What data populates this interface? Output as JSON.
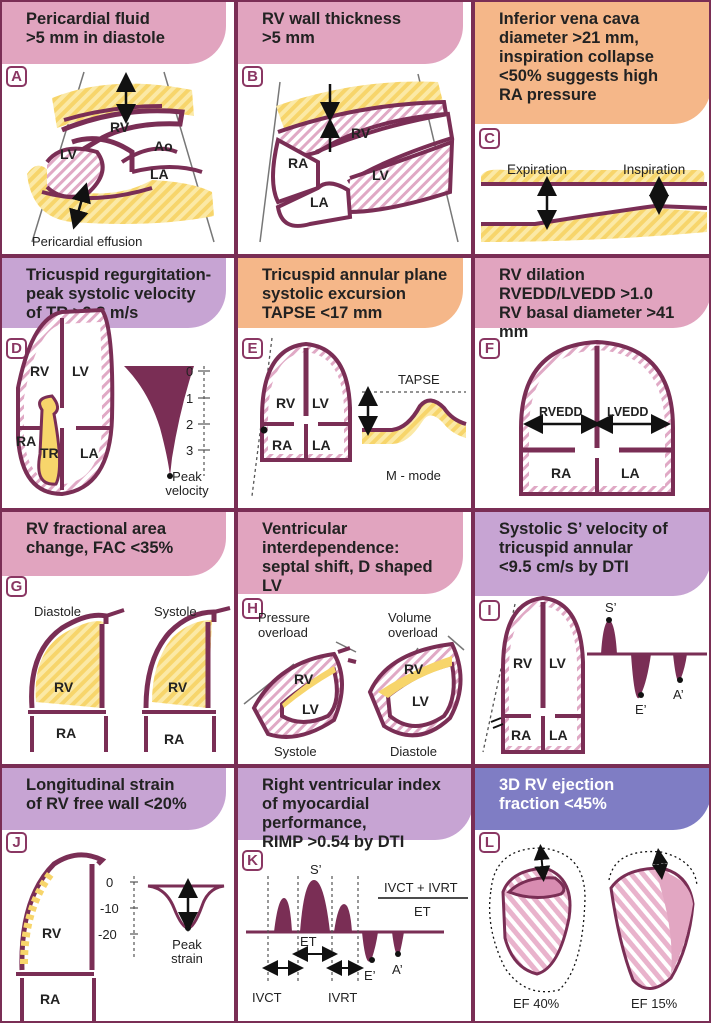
{
  "panels": {
    "A": {
      "letter": "A",
      "title": "Pericardial fluid\n>5 mm in diastole",
      "rv": "RV",
      "lv": "LV",
      "ao": "Ao",
      "la": "LA",
      "caption": "Pericardial effusion"
    },
    "B": {
      "letter": "B",
      "title": "RV wall thickness\n>5 mm",
      "rv": "RV",
      "ra": "RA",
      "lv": "LV",
      "la": "LA"
    },
    "C": {
      "letter": "C",
      "title": "Inferior vena cava\ndiameter >21 mm,\ninspiration collapse\n<50% suggests high\nRA pressure",
      "expiration": "Expiration",
      "inspiration": "Inspiration"
    },
    "D": {
      "letter": "D",
      "title": "Tricuspid regurgitation-\npeak systolic velocity\nof TR >2.8 m/s",
      "rv": "RV",
      "lv": "LV",
      "ra": "RA",
      "tr": "TR",
      "la": "LA",
      "ticks": [
        "0",
        "1",
        "2",
        "3"
      ],
      "caption": "Peak\nvelocity"
    },
    "E": {
      "letter": "E",
      "title": "Tricuspid annular plane\nsystolic excursion\nTAPSE <17 mm",
      "rv": "RV",
      "lv": "LV",
      "ra": "RA",
      "la": "LA",
      "tapse": "TAPSE",
      "mmode": "M - mode"
    },
    "F": {
      "letter": "F",
      "title": "RV dilation\nRVEDD/LVEDD >1.0\nRV basal diameter >41 mm",
      "rvedd": "RVEDD",
      "lvedd": "LVEDD",
      "ra": "RA",
      "la": "LA"
    },
    "G": {
      "letter": "G",
      "title": "RV fractional area\nchange, FAC <35%",
      "diastole": "Diastole",
      "systole": "Systole",
      "rv": "RV",
      "ra": "RA"
    },
    "H": {
      "letter": "H",
      "title": "Ventricular\ninterdependence:\nseptal shift, D shaped LV",
      "pressure": "Pressure\noverload",
      "volume": "Volume\noverload",
      "rv": "RV",
      "lv": "LV",
      "systole": "Systole",
      "diastole": "Diastole"
    },
    "I": {
      "letter": "I",
      "title": "Systolic S’ velocity of\ntricuspid annular\n<9.5 cm/s by DTI",
      "rv": "RV",
      "lv": "LV",
      "ra": "RA",
      "la": "LA",
      "s": "S’",
      "e": "E’",
      "a": "A’"
    },
    "J": {
      "letter": "J",
      "title": "Longitudinal strain\nof RV free wall <20%",
      "rv": "RV",
      "ra": "RA",
      "ticks": [
        "0",
        "-10",
        "-20"
      ],
      "caption": "Peak\nstrain"
    },
    "K": {
      "letter": "K",
      "title": "Right ventricular index\nof myocardial performance,\nRIMP >0.54 by DTI",
      "s": "S’",
      "e": "E’",
      "a": "A’",
      "et": "ET",
      "ivct": "IVCT",
      "ivrt": "IVRT",
      "formula_num": "IVCT + IVRT",
      "formula_den": "ET"
    },
    "L": {
      "letter": "L",
      "title": "3D RV ejection\nfraction <45%",
      "ef1": "EF 40%",
      "ef2": "EF 15%"
    }
  },
  "colors": {
    "wall": "#7a2e55",
    "yellow": "#f7d56b",
    "pink": "#e1a4bf",
    "orange": "#f5b789",
    "violet": "#c7a4d3",
    "blue": "#7f7dc4"
  }
}
